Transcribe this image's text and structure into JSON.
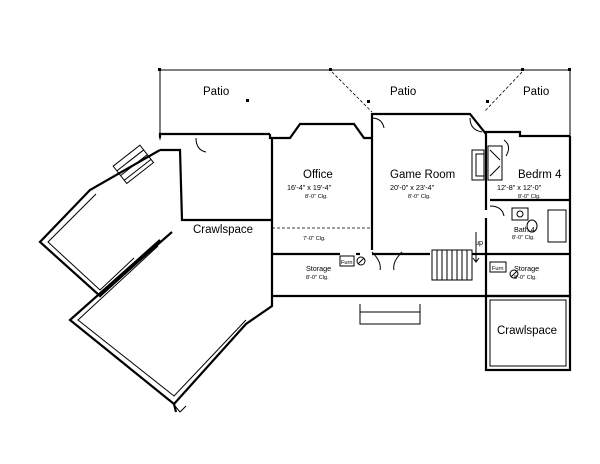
{
  "rooms": {
    "patio_left": "Patio",
    "patio_mid": "Patio",
    "patio_right": "Patio",
    "office": {
      "name": "Office",
      "dims": "16'-4\" x 19'-4\"",
      "clg": "8'-0\" Clg."
    },
    "office_clg2": "7'-0\" Clg.",
    "game_room": {
      "name": "Game Room",
      "dims": "20'-0\" x 23'-4\"",
      "clg": "8'-0\" Clg."
    },
    "bedroom": {
      "name": "Bedrm 4",
      "dims": "12'-8\" x 12'-0\"",
      "clg": "8'-0\" Clg."
    },
    "bath": {
      "name": "Bath 4",
      "clg": "8'-0\" Clg."
    },
    "crawl_left": "Crawlspace",
    "crawl_right": "Crawlspace",
    "storage_left": {
      "name": "Storage",
      "clg": "8'-0\" Clg."
    },
    "storage_right": {
      "name": "Storage",
      "clg": "8'-0\" Clg."
    },
    "furn_left": "Furn",
    "furn_right": "Furn",
    "stair_up": "up"
  }
}
